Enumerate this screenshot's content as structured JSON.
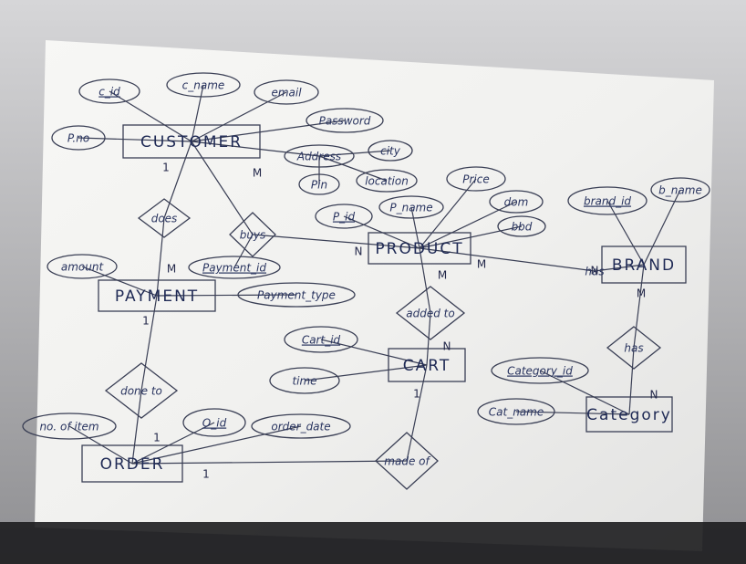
{
  "diagram": {
    "entities": [
      {
        "id": "customer",
        "label": "CUSTOMER"
      },
      {
        "id": "payment",
        "label": "PAYMENT"
      },
      {
        "id": "product",
        "label": "PRODUCT"
      },
      {
        "id": "brand",
        "label": "BRAND"
      },
      {
        "id": "cart",
        "label": "CART"
      },
      {
        "id": "category",
        "label": "Category"
      },
      {
        "id": "order",
        "label": "ORDER"
      }
    ],
    "attributes": [
      {
        "id": "c_id",
        "label": "c_id",
        "key": true
      },
      {
        "id": "c_name",
        "label": "c_name"
      },
      {
        "id": "email",
        "label": "email"
      },
      {
        "id": "password",
        "label": "Password"
      },
      {
        "id": "p_no",
        "label": "P.no"
      },
      {
        "id": "address",
        "label": "Address"
      },
      {
        "id": "city",
        "label": "city"
      },
      {
        "id": "pin",
        "label": "Pin"
      },
      {
        "id": "location",
        "label": "location"
      },
      {
        "id": "price",
        "label": "Price"
      },
      {
        "id": "p_id",
        "label": "P_id",
        "key": true
      },
      {
        "id": "p_name",
        "label": "P_name"
      },
      {
        "id": "dom",
        "label": "dom"
      },
      {
        "id": "bbd",
        "label": "bbd"
      },
      {
        "id": "brand_id",
        "label": "brand_id",
        "key": true
      },
      {
        "id": "b_name",
        "label": "b_name"
      },
      {
        "id": "amount",
        "label": "amount"
      },
      {
        "id": "payment_id",
        "label": "Payment_id",
        "key": true
      },
      {
        "id": "payment_type",
        "label": "Payment_type"
      },
      {
        "id": "cart_id",
        "label": "Cart_id",
        "key": true
      },
      {
        "id": "time",
        "label": "time"
      },
      {
        "id": "category_id",
        "label": "Category_id",
        "key": true
      },
      {
        "id": "cat_name",
        "label": "Cat_name"
      },
      {
        "id": "no_of_item",
        "label": "no. of item"
      },
      {
        "id": "o_id",
        "label": "O_id",
        "key": true
      },
      {
        "id": "order_date",
        "label": "order_date"
      }
    ],
    "relationships": [
      {
        "id": "does",
        "label": "does"
      },
      {
        "id": "buys",
        "label": "buys"
      },
      {
        "id": "has_brand",
        "label": "has"
      },
      {
        "id": "added_to",
        "label": "added to"
      },
      {
        "id": "has_category",
        "label": "has"
      },
      {
        "id": "done_to",
        "label": "done to"
      },
      {
        "id": "made_of",
        "label": "made of"
      }
    ],
    "cardinalities": [
      {
        "id": "cust_does",
        "label": "1"
      },
      {
        "id": "cust_buys",
        "label": "M"
      },
      {
        "id": "does_pay",
        "label": "M"
      },
      {
        "id": "buys_prod",
        "label": "N"
      },
      {
        "id": "prod_has",
        "label": "M"
      },
      {
        "id": "has_brand",
        "label": "N"
      },
      {
        "id": "prod_added",
        "label": "M"
      },
      {
        "id": "added_cart",
        "label": "N"
      },
      {
        "id": "brand_has",
        "label": "M"
      },
      {
        "id": "has_cat",
        "label": "N"
      },
      {
        "id": "pay_done",
        "label": "1"
      },
      {
        "id": "done_order",
        "label": "1"
      },
      {
        "id": "cart_made",
        "label": "1"
      },
      {
        "id": "made_order",
        "label": "1"
      }
    ],
    "connections": [
      [
        "customer",
        "c_id"
      ],
      [
        "customer",
        "c_name"
      ],
      [
        "customer",
        "email"
      ],
      [
        "customer",
        "password"
      ],
      [
        "customer",
        "p_no"
      ],
      [
        "customer",
        "address"
      ],
      [
        "address",
        "city"
      ],
      [
        "address",
        "pin"
      ],
      [
        "address",
        "location"
      ],
      [
        "customer",
        "does"
      ],
      [
        "does",
        "payment"
      ],
      [
        "customer",
        "buys"
      ],
      [
        "buys",
        "product"
      ],
      [
        "payment",
        "amount"
      ],
      [
        "payment",
        "payment_type"
      ],
      [
        "buys",
        "payment_id"
      ],
      [
        "product",
        "p_id"
      ],
      [
        "product",
        "p_name"
      ],
      [
        "product",
        "price"
      ],
      [
        "product",
        "dom"
      ],
      [
        "product",
        "bbd"
      ],
      [
        "product",
        "has_brand"
      ],
      [
        "has_brand",
        "brand"
      ],
      [
        "brand",
        "brand_id"
      ],
      [
        "brand",
        "b_name"
      ],
      [
        "product",
        "added_to"
      ],
      [
        "added_to",
        "cart"
      ],
      [
        "cart",
        "cart_id"
      ],
      [
        "cart",
        "time"
      ],
      [
        "brand",
        "has_category"
      ],
      [
        "has_category",
        "category"
      ],
      [
        "category",
        "category_id"
      ],
      [
        "category",
        "cat_name"
      ],
      [
        "payment",
        "done_to"
      ],
      [
        "done_to",
        "order"
      ],
      [
        "order",
        "no_of_item"
      ],
      [
        "order",
        "o_id"
      ],
      [
        "order",
        "order_date"
      ],
      [
        "order",
        "made_of"
      ],
      [
        "made_of",
        "cart"
      ]
    ]
  }
}
